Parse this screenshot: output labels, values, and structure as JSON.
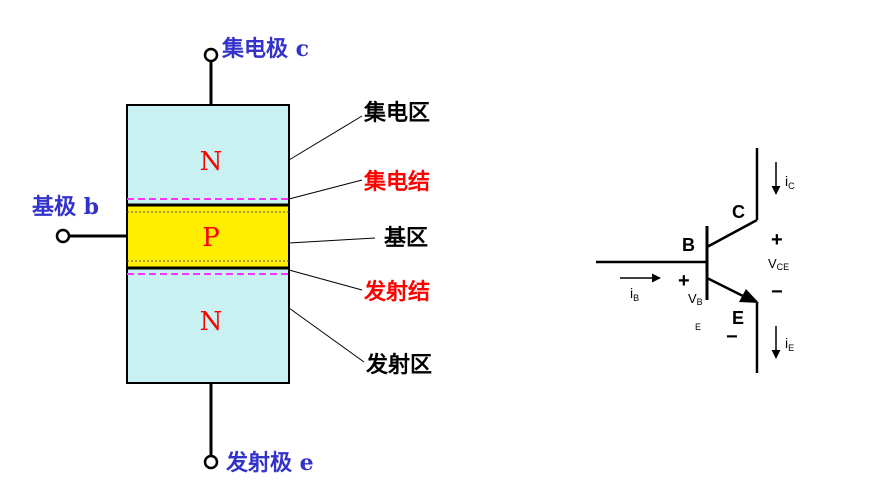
{
  "structure": {
    "collector_terminal": "集电极 c",
    "base_terminal": "基极 b",
    "emitter_terminal": "发射极 e",
    "top_region": "N",
    "middle_region": "P",
    "bottom_region": "N",
    "collector_region": "集电区",
    "collector_junction": "集电结",
    "base_region": "基区",
    "emitter_junction": "发射结",
    "emitter_region": "发射区"
  },
  "symbol": {
    "collector_label": "C",
    "base_label": "B",
    "emitter_label": "E",
    "ic_label": "i",
    "ic_sub": "C",
    "ib_label": "i",
    "ib_sub": "B",
    "ie_label": "i",
    "ie_sub": "E",
    "vce_label": "V",
    "vce_sub": "CE",
    "vbe_label": "V",
    "vbe_sub": "B",
    "vbe_sub2": "E",
    "vce_plus": "+",
    "vce_minus": "−",
    "vbe_plus": "+",
    "vbe_minus": "−"
  },
  "colors": {
    "terminal_label": "#3333cc",
    "junction_label": "#ff0000",
    "region_text": "#ff0000",
    "n_fill": "#c9f1f1",
    "p_fill": "#ffee00",
    "junction_dash": "#ff33ff",
    "line": "#000000"
  }
}
